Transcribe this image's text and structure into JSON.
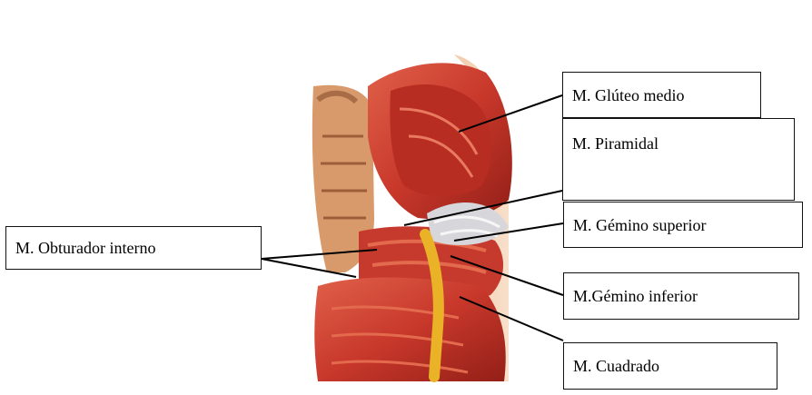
{
  "labels": {
    "gluteo_medio": "M. Glúteo medio",
    "piramidal": "M. Piramidal",
    "gemino_superior": "M. Gémino superior",
    "obturador_interno": "M. Obturador interno",
    "gemino_inferior": "M.Gémino inferior",
    "cuadrado": "M. Cuadrado"
  },
  "colors": {
    "muscle": "#c8382b",
    "muscle_dark": "#8f1f18",
    "muscle_light": "#e46a4d",
    "tendon": "#cfcfd4",
    "nerve": "#e9b227",
    "bone": "#d99a6b",
    "leader_line": "#000000"
  }
}
